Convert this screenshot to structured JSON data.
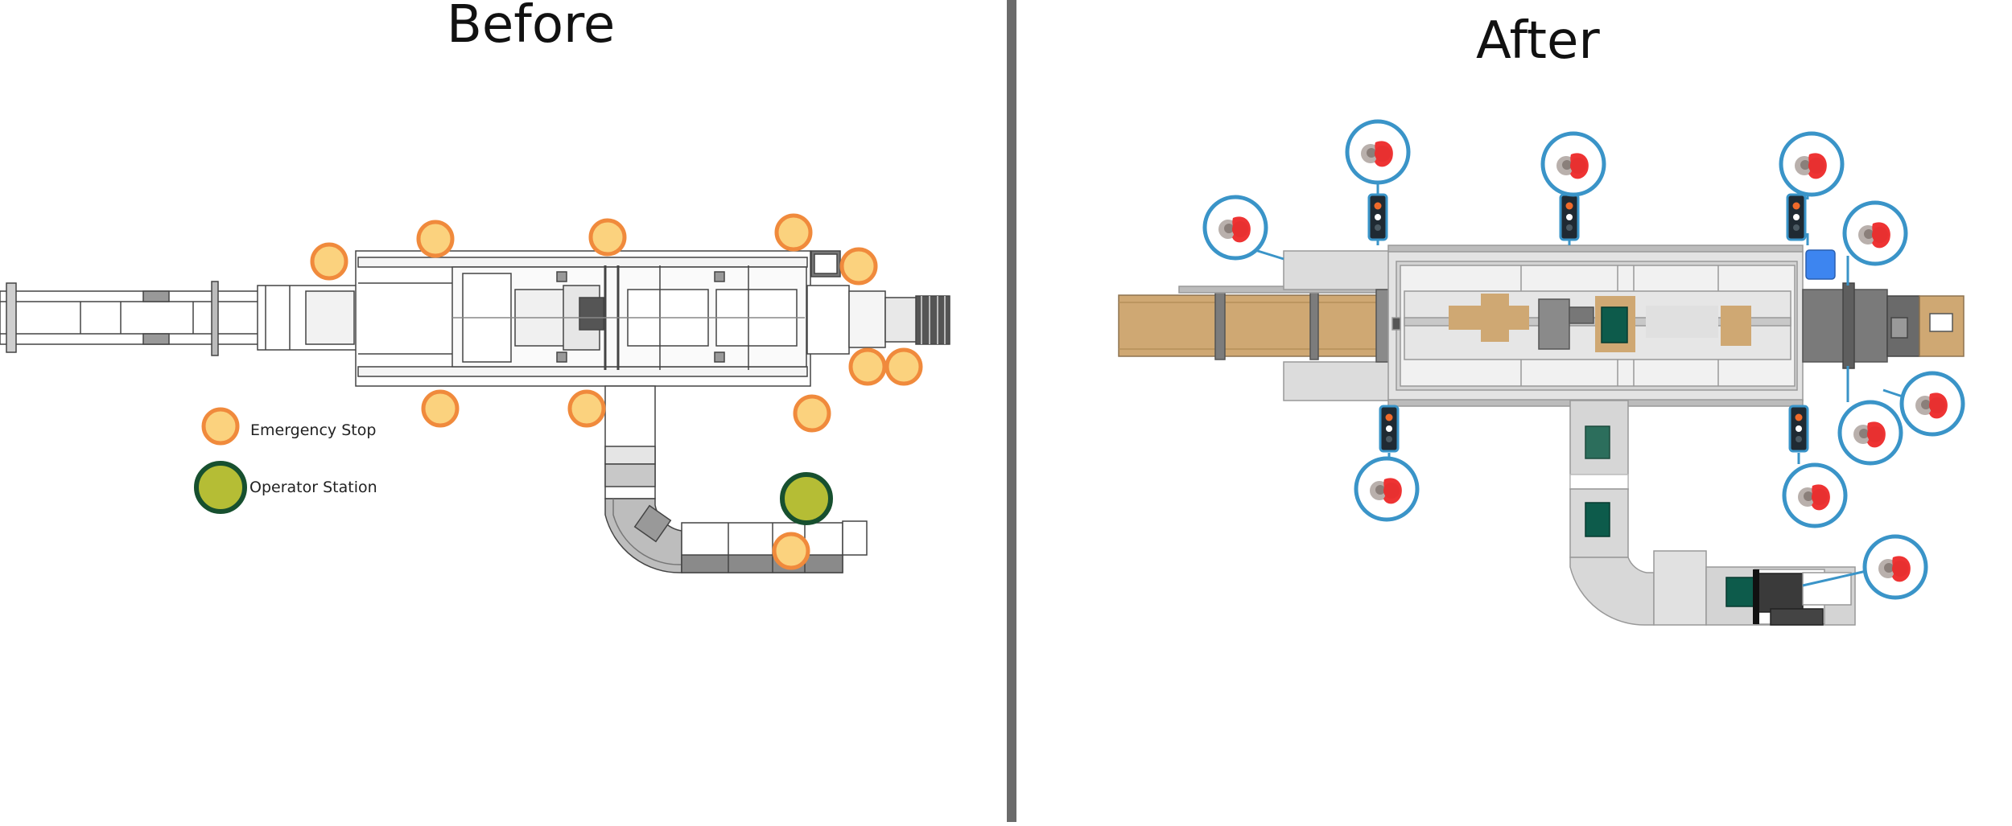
{
  "panels": {
    "before": {
      "title": "Before"
    },
    "after": {
      "title": "After"
    }
  },
  "legend": {
    "estop_label": "Emergency Stop",
    "operator_station_label": "Operator Station"
  },
  "colors": {
    "divider": "#6b6b6b",
    "estop_fill": "#fbd27e",
    "estop_ring": "#f08a3c",
    "operator_fill": "#b5bd35",
    "operator_ring": "#17502f",
    "callout_ring": "#3a94c8",
    "button_red": "#ee3333",
    "cardboard": "#cfa873",
    "teal": "#0d5b4b",
    "blue_box": "#3d85f0"
  },
  "icons": [
    "emergency-stop-icon",
    "operator-station-icon",
    "stack-light-icon",
    "red-mushroom-button-icon"
  ]
}
